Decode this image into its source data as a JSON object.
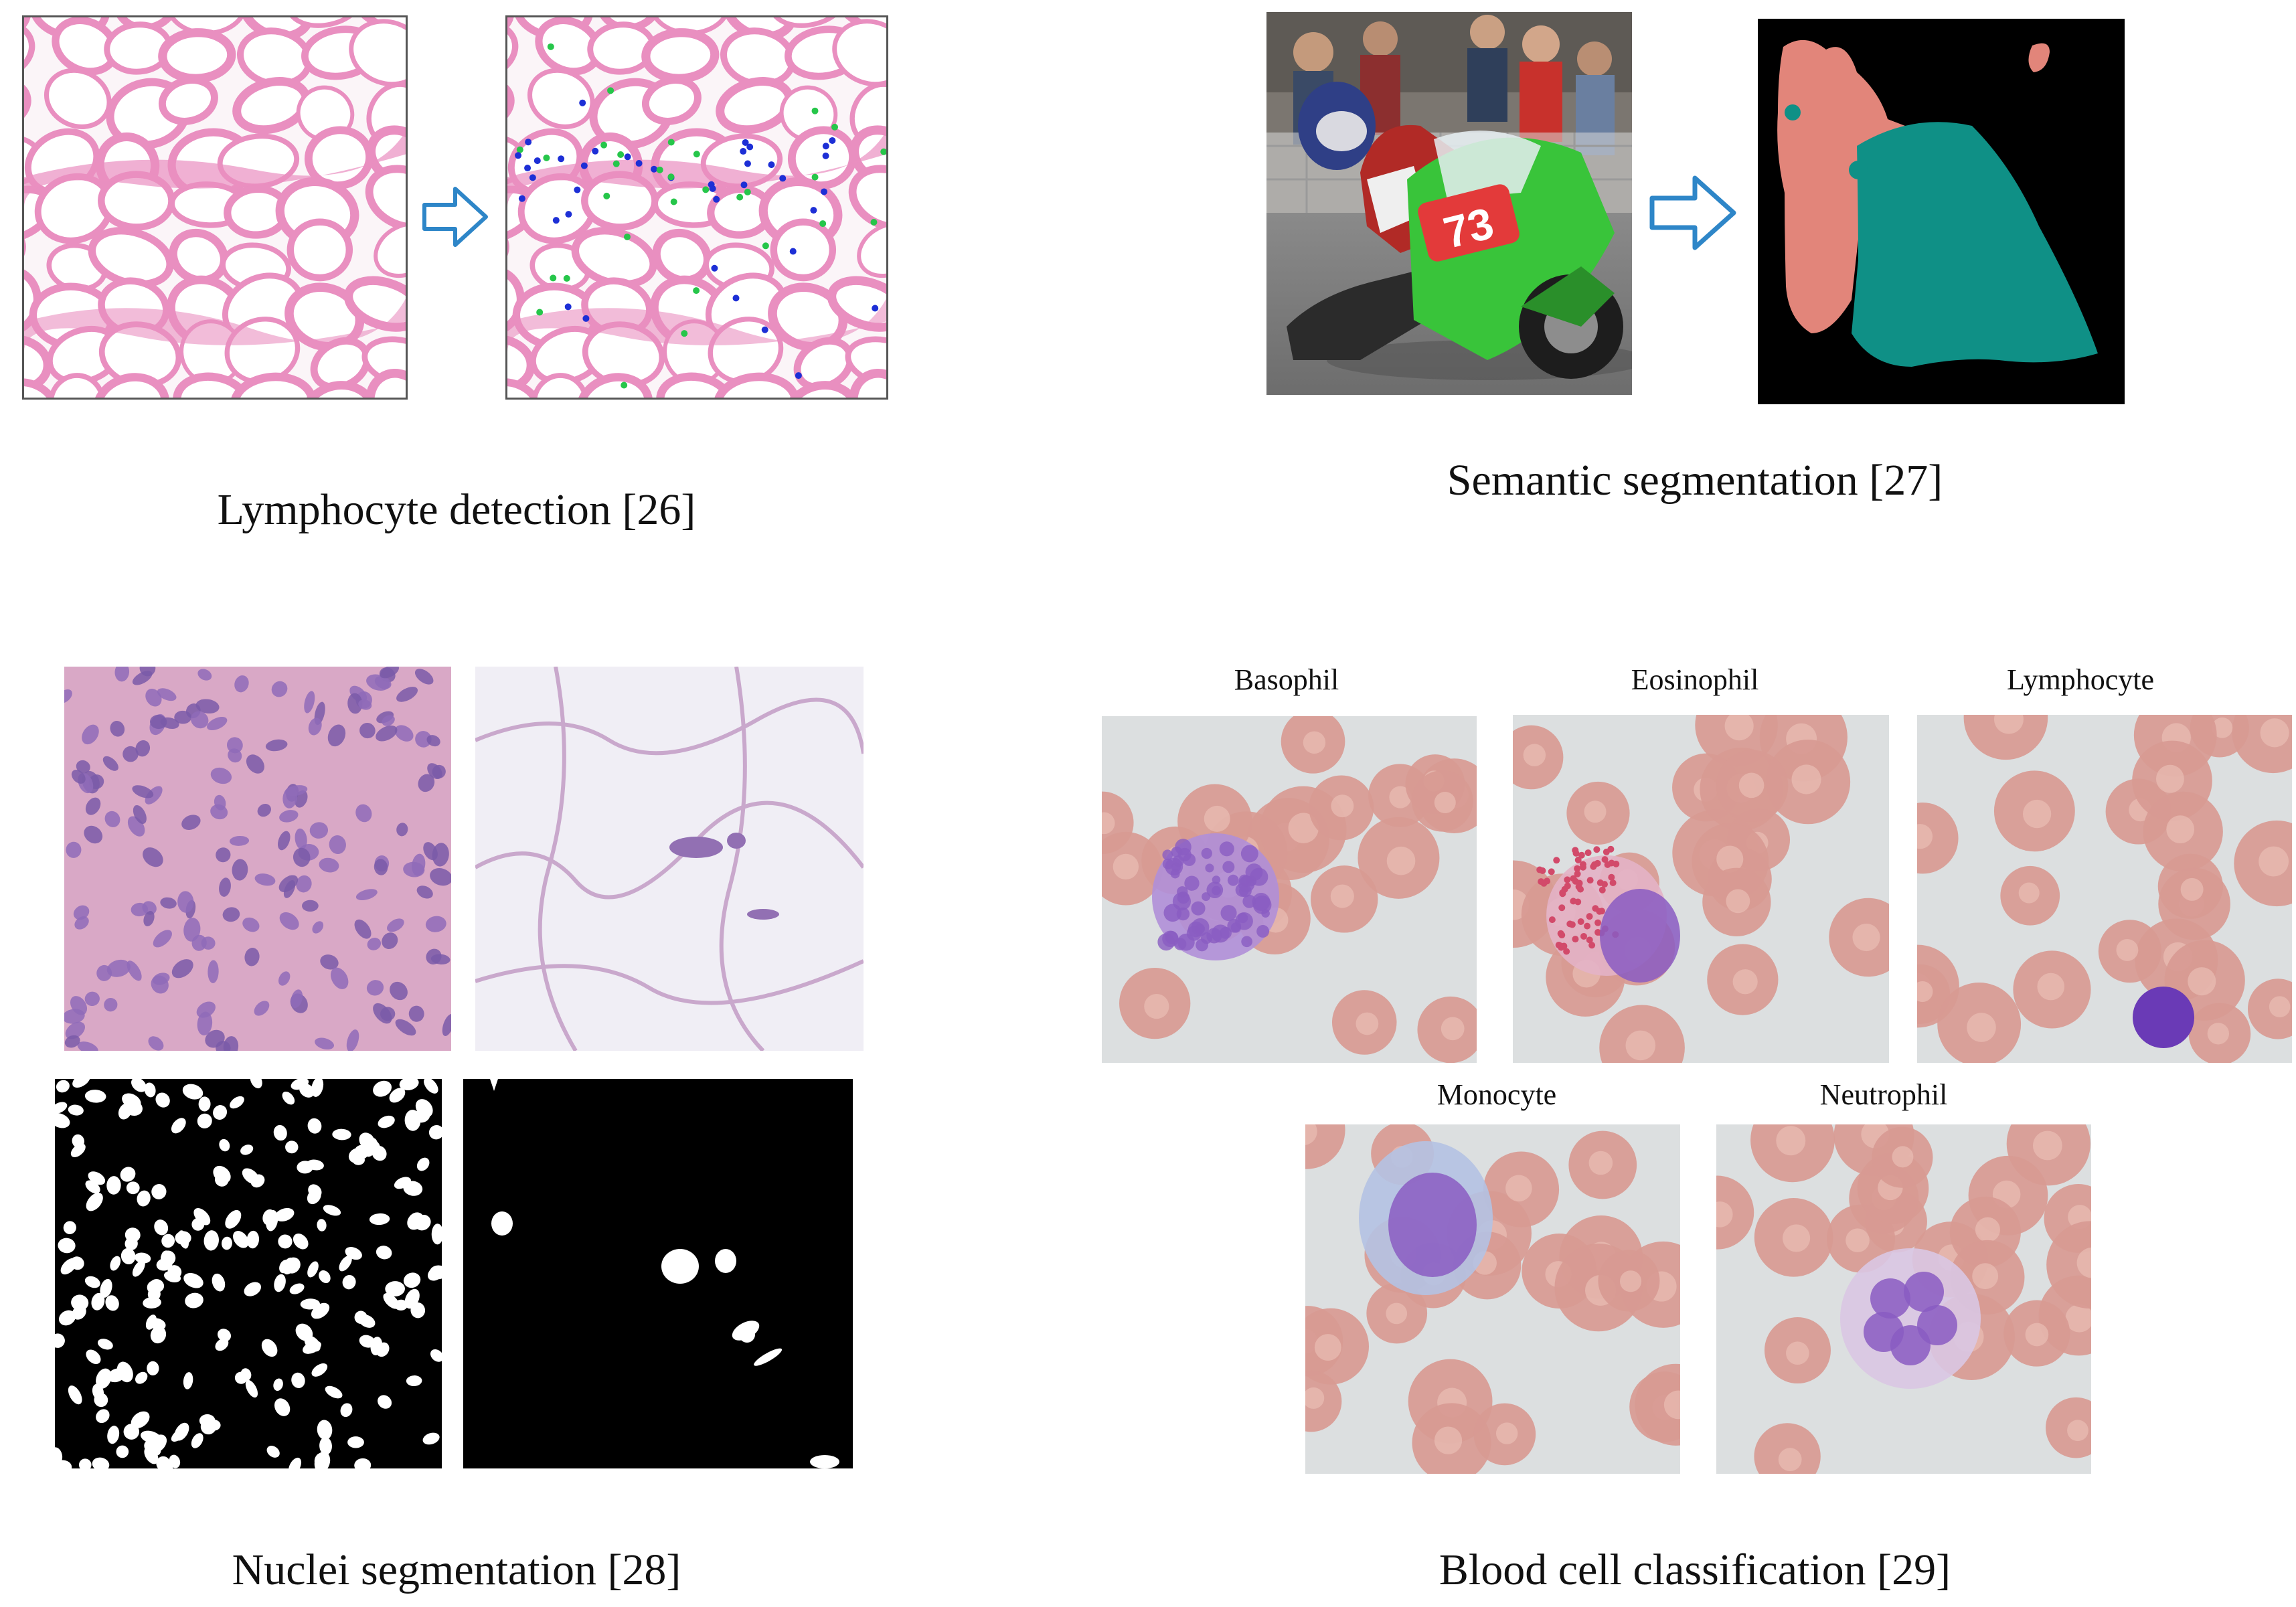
{
  "figure": {
    "captions": {
      "lymphocyte": "Lymphocyte detection [26]",
      "semantic": "Semantic segmentation [27]",
      "nuclei": "Nuclei segmentation [28]",
      "blood": "Blood cell classification [29]"
    },
    "cell_labels": [
      "Basophil",
      "Eosinophil",
      "Lymphocyte",
      "Monocyte",
      "Neutrophil"
    ],
    "race_number": "73",
    "colors": {
      "tissue_pink": "#e98fc0",
      "tissue_bg": "#fbf5f8",
      "arrow_blue": "#2e86c8",
      "seg_salmon": "#e2857a",
      "seg_teal": "#0f9086",
      "bike_green": "#39c43a",
      "rbc": "#d89a92",
      "smear_bg": "#dcdfe0",
      "stain_violet": "#8a5cc2"
    }
  }
}
